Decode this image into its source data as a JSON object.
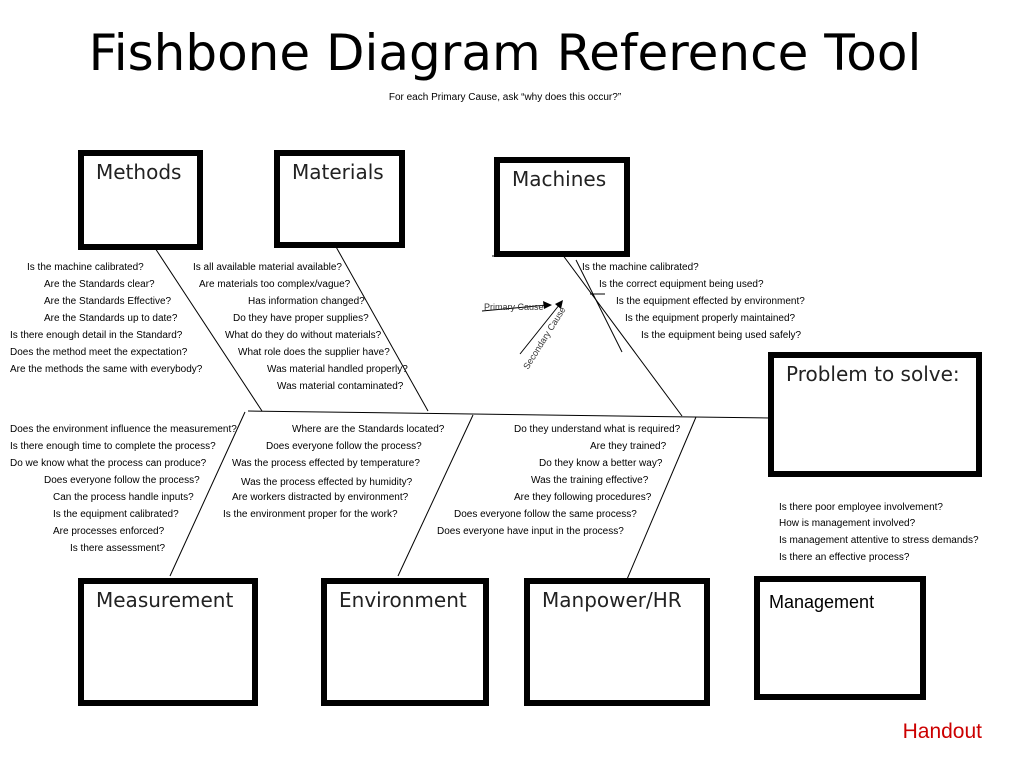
{
  "title": "Fishbone Diagram Reference Tool",
  "subtitle": "For each Primary Cause, ask “why does this occur?”",
  "handout": "Handout",
  "legend": {
    "primary": "Primary Cause",
    "secondary": "Secondary Cause"
  },
  "boxes": {
    "methods": "Methods",
    "materials": "Materials",
    "machines": "Machines",
    "problem": "Problem to solve:",
    "measurement": "Measurement",
    "environment": "Environment",
    "manpower": "Manpower/HR",
    "management": "Management"
  },
  "questions": {
    "methods": [
      "Is the machine calibrated?",
      "Are the Standards clear?",
      "Are the Standards Effective?",
      "Are the Standards up to date?",
      "Is there enough detail in the Standard?",
      "Does the method meet the expectation?",
      "Are the methods the same with everybody?"
    ],
    "materials": [
      "Is all available material available?",
      "Are materials too complex/vague?",
      "Has information changed?",
      "Do they have proper supplies?",
      "What do they do without materials?",
      "What role does the supplier have?",
      "Was material handled properly?",
      "Was material contaminated?"
    ],
    "machines": [
      "Is the machine calibrated?",
      "Is the correct equipment being used?",
      "Is the equipment effected by environment?",
      "Is the equipment properly maintained?",
      "Is the equipment being used safely?"
    ],
    "measurement": [
      "Does the environment influence the measurement?",
      "Is there enough time to complete the process?",
      "Do we know what the process can produce?",
      "Does everyone follow the process?",
      "Can the process handle inputs?",
      "Is the equipment calibrated?",
      "Are processes enforced?",
      "Is there assessment?"
    ],
    "environment": [
      "Where are the Standards located?",
      "Does everyone follow the process?",
      "Was the process effected by temperature?",
      "Was the process effected by humidity?",
      "Are workers distracted by environment?",
      "Is the environment proper for the work?"
    ],
    "manpower": [
      "Do they understand what is required?",
      "Are they trained?",
      "Do they know a better way?",
      "Was the training effective?",
      "Are they following procedures?",
      "Does everyone follow the same process?",
      "Does everyone have input in the process?"
    ],
    "management": [
      "Is there poor employee involvement?",
      "How is management involved?",
      "Is management attentive to stress demands?",
      "Is there an effective process?"
    ]
  }
}
